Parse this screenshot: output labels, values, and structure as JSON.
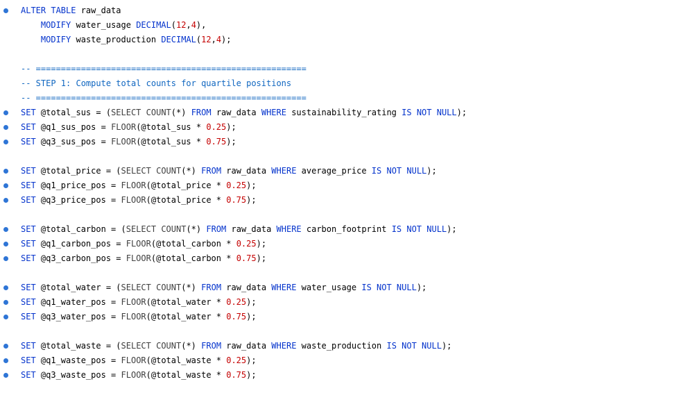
{
  "editor": {
    "background": "#ffffff",
    "bullet_color": "#2e75d6",
    "colors": {
      "keyword": "#0433cc",
      "comment": "#0f66c0",
      "number": "#c40000",
      "plain": "#000000",
      "function": "#404040"
    },
    "lines": [
      {
        "bullet": true,
        "tokens": [
          {
            "t": "ALTER TABLE",
            "c": "keyword"
          },
          {
            "t": " raw_data",
            "c": "plain"
          }
        ]
      },
      {
        "bullet": false,
        "tokens": [
          {
            "t": "    ",
            "c": "plain"
          },
          {
            "t": "MODIFY",
            "c": "keyword"
          },
          {
            "t": " water_usage ",
            "c": "plain"
          },
          {
            "t": "DECIMAL",
            "c": "keyword"
          },
          {
            "t": "(",
            "c": "plain"
          },
          {
            "t": "12",
            "c": "number"
          },
          {
            "t": ",",
            "c": "plain"
          },
          {
            "t": "4",
            "c": "number"
          },
          {
            "t": "),",
            "c": "plain"
          }
        ]
      },
      {
        "bullet": false,
        "tokens": [
          {
            "t": "    ",
            "c": "plain"
          },
          {
            "t": "MODIFY",
            "c": "keyword"
          },
          {
            "t": " waste_production ",
            "c": "plain"
          },
          {
            "t": "DECIMAL",
            "c": "keyword"
          },
          {
            "t": "(",
            "c": "plain"
          },
          {
            "t": "12",
            "c": "number"
          },
          {
            "t": ",",
            "c": "plain"
          },
          {
            "t": "4",
            "c": "number"
          },
          {
            "t": ");",
            "c": "plain"
          }
        ]
      },
      {
        "bullet": false,
        "tokens": []
      },
      {
        "bullet": false,
        "tokens": [
          {
            "t": "-- ======================================================",
            "c": "comment"
          }
        ]
      },
      {
        "bullet": false,
        "tokens": [
          {
            "t": "-- STEP 1: Compute total counts for quartile positions",
            "c": "comment"
          }
        ]
      },
      {
        "bullet": false,
        "tokens": [
          {
            "t": "-- ======================================================",
            "c": "comment"
          }
        ]
      },
      {
        "bullet": true,
        "tokens": [
          {
            "t": "SET",
            "c": "keyword"
          },
          {
            "t": " @total_sus = (",
            "c": "plain"
          },
          {
            "t": "SELECT",
            "c": "function"
          },
          {
            "t": " ",
            "c": "plain"
          },
          {
            "t": "COUNT",
            "c": "function"
          },
          {
            "t": "(*) ",
            "c": "plain"
          },
          {
            "t": "FROM",
            "c": "keyword"
          },
          {
            "t": " raw_data ",
            "c": "plain"
          },
          {
            "t": "WHERE",
            "c": "keyword"
          },
          {
            "t": " sustainability_rating ",
            "c": "plain"
          },
          {
            "t": "IS NOT NULL",
            "c": "keyword"
          },
          {
            "t": ");",
            "c": "plain"
          }
        ]
      },
      {
        "bullet": true,
        "tokens": [
          {
            "t": "SET",
            "c": "keyword"
          },
          {
            "t": " @q1_sus_pos = ",
            "c": "plain"
          },
          {
            "t": "FLOOR",
            "c": "function"
          },
          {
            "t": "(@total_sus * ",
            "c": "plain"
          },
          {
            "t": "0.25",
            "c": "number"
          },
          {
            "t": ");",
            "c": "plain"
          }
        ]
      },
      {
        "bullet": true,
        "tokens": [
          {
            "t": "SET",
            "c": "keyword"
          },
          {
            "t": " @q3_sus_pos = ",
            "c": "plain"
          },
          {
            "t": "FLOOR",
            "c": "function"
          },
          {
            "t": "(@total_sus * ",
            "c": "plain"
          },
          {
            "t": "0.75",
            "c": "number"
          },
          {
            "t": ");",
            "c": "plain"
          }
        ]
      },
      {
        "bullet": false,
        "tokens": []
      },
      {
        "bullet": true,
        "tokens": [
          {
            "t": "SET",
            "c": "keyword"
          },
          {
            "t": " @total_price = (",
            "c": "plain"
          },
          {
            "t": "SELECT",
            "c": "function"
          },
          {
            "t": " ",
            "c": "plain"
          },
          {
            "t": "COUNT",
            "c": "function"
          },
          {
            "t": "(*) ",
            "c": "plain"
          },
          {
            "t": "FROM",
            "c": "keyword"
          },
          {
            "t": " raw_data ",
            "c": "plain"
          },
          {
            "t": "WHERE",
            "c": "keyword"
          },
          {
            "t": " average_price ",
            "c": "plain"
          },
          {
            "t": "IS NOT NULL",
            "c": "keyword"
          },
          {
            "t": ");",
            "c": "plain"
          }
        ]
      },
      {
        "bullet": true,
        "tokens": [
          {
            "t": "SET",
            "c": "keyword"
          },
          {
            "t": " @q1_price_pos = ",
            "c": "plain"
          },
          {
            "t": "FLOOR",
            "c": "function"
          },
          {
            "t": "(@total_price * ",
            "c": "plain"
          },
          {
            "t": "0.25",
            "c": "number"
          },
          {
            "t": ");",
            "c": "plain"
          }
        ]
      },
      {
        "bullet": true,
        "tokens": [
          {
            "t": "SET",
            "c": "keyword"
          },
          {
            "t": " @q3_price_pos = ",
            "c": "plain"
          },
          {
            "t": "FLOOR",
            "c": "function"
          },
          {
            "t": "(@total_price * ",
            "c": "plain"
          },
          {
            "t": "0.75",
            "c": "number"
          },
          {
            "t": ");",
            "c": "plain"
          }
        ]
      },
      {
        "bullet": false,
        "tokens": []
      },
      {
        "bullet": true,
        "tokens": [
          {
            "t": "SET",
            "c": "keyword"
          },
          {
            "t": " @total_carbon = (",
            "c": "plain"
          },
          {
            "t": "SELECT",
            "c": "function"
          },
          {
            "t": " ",
            "c": "plain"
          },
          {
            "t": "COUNT",
            "c": "function"
          },
          {
            "t": "(*) ",
            "c": "plain"
          },
          {
            "t": "FROM",
            "c": "keyword"
          },
          {
            "t": " raw_data ",
            "c": "plain"
          },
          {
            "t": "WHERE",
            "c": "keyword"
          },
          {
            "t": " carbon_footprint ",
            "c": "plain"
          },
          {
            "t": "IS NOT NULL",
            "c": "keyword"
          },
          {
            "t": ");",
            "c": "plain"
          }
        ]
      },
      {
        "bullet": true,
        "tokens": [
          {
            "t": "SET",
            "c": "keyword"
          },
          {
            "t": " @q1_carbon_pos = ",
            "c": "plain"
          },
          {
            "t": "FLOOR",
            "c": "function"
          },
          {
            "t": "(@total_carbon * ",
            "c": "plain"
          },
          {
            "t": "0.25",
            "c": "number"
          },
          {
            "t": ");",
            "c": "plain"
          }
        ]
      },
      {
        "bullet": true,
        "tokens": [
          {
            "t": "SET",
            "c": "keyword"
          },
          {
            "t": " @q3_carbon_pos = ",
            "c": "plain"
          },
          {
            "t": "FLOOR",
            "c": "function"
          },
          {
            "t": "(@total_carbon * ",
            "c": "plain"
          },
          {
            "t": "0.75",
            "c": "number"
          },
          {
            "t": ");",
            "c": "plain"
          }
        ]
      },
      {
        "bullet": false,
        "tokens": []
      },
      {
        "bullet": true,
        "tokens": [
          {
            "t": "SET",
            "c": "keyword"
          },
          {
            "t": " @total_water = (",
            "c": "plain"
          },
          {
            "t": "SELECT",
            "c": "function"
          },
          {
            "t": " ",
            "c": "plain"
          },
          {
            "t": "COUNT",
            "c": "function"
          },
          {
            "t": "(*) ",
            "c": "plain"
          },
          {
            "t": "FROM",
            "c": "keyword"
          },
          {
            "t": " raw_data ",
            "c": "plain"
          },
          {
            "t": "WHERE",
            "c": "keyword"
          },
          {
            "t": " water_usage ",
            "c": "plain"
          },
          {
            "t": "IS NOT NULL",
            "c": "keyword"
          },
          {
            "t": ");",
            "c": "plain"
          }
        ]
      },
      {
        "bullet": true,
        "tokens": [
          {
            "t": "SET",
            "c": "keyword"
          },
          {
            "t": " @q1_water_pos = ",
            "c": "plain"
          },
          {
            "t": "FLOOR",
            "c": "function"
          },
          {
            "t": "(@total_water * ",
            "c": "plain"
          },
          {
            "t": "0.25",
            "c": "number"
          },
          {
            "t": ");",
            "c": "plain"
          }
        ]
      },
      {
        "bullet": true,
        "tokens": [
          {
            "t": "SET",
            "c": "keyword"
          },
          {
            "t": " @q3_water_pos = ",
            "c": "plain"
          },
          {
            "t": "FLOOR",
            "c": "function"
          },
          {
            "t": "(@total_water * ",
            "c": "plain"
          },
          {
            "t": "0.75",
            "c": "number"
          },
          {
            "t": ");",
            "c": "plain"
          }
        ]
      },
      {
        "bullet": false,
        "tokens": []
      },
      {
        "bullet": true,
        "tokens": [
          {
            "t": "SET",
            "c": "keyword"
          },
          {
            "t": " @total_waste = (",
            "c": "plain"
          },
          {
            "t": "SELECT",
            "c": "function"
          },
          {
            "t": " ",
            "c": "plain"
          },
          {
            "t": "COUNT",
            "c": "function"
          },
          {
            "t": "(*) ",
            "c": "plain"
          },
          {
            "t": "FROM",
            "c": "keyword"
          },
          {
            "t": " raw_data ",
            "c": "plain"
          },
          {
            "t": "WHERE",
            "c": "keyword"
          },
          {
            "t": " waste_production ",
            "c": "plain"
          },
          {
            "t": "IS NOT NULL",
            "c": "keyword"
          },
          {
            "t": ");",
            "c": "plain"
          }
        ]
      },
      {
        "bullet": true,
        "tokens": [
          {
            "t": "SET",
            "c": "keyword"
          },
          {
            "t": " @q1_waste_pos = ",
            "c": "plain"
          },
          {
            "t": "FLOOR",
            "c": "function"
          },
          {
            "t": "(@total_waste * ",
            "c": "plain"
          },
          {
            "t": "0.25",
            "c": "number"
          },
          {
            "t": ");",
            "c": "plain"
          }
        ]
      },
      {
        "bullet": true,
        "tokens": [
          {
            "t": "SET",
            "c": "keyword"
          },
          {
            "t": " @q3_waste_pos = ",
            "c": "plain"
          },
          {
            "t": "FLOOR",
            "c": "function"
          },
          {
            "t": "(@total_waste * ",
            "c": "plain"
          },
          {
            "t": "0.75",
            "c": "number"
          },
          {
            "t": ");",
            "c": "plain"
          }
        ]
      }
    ]
  }
}
